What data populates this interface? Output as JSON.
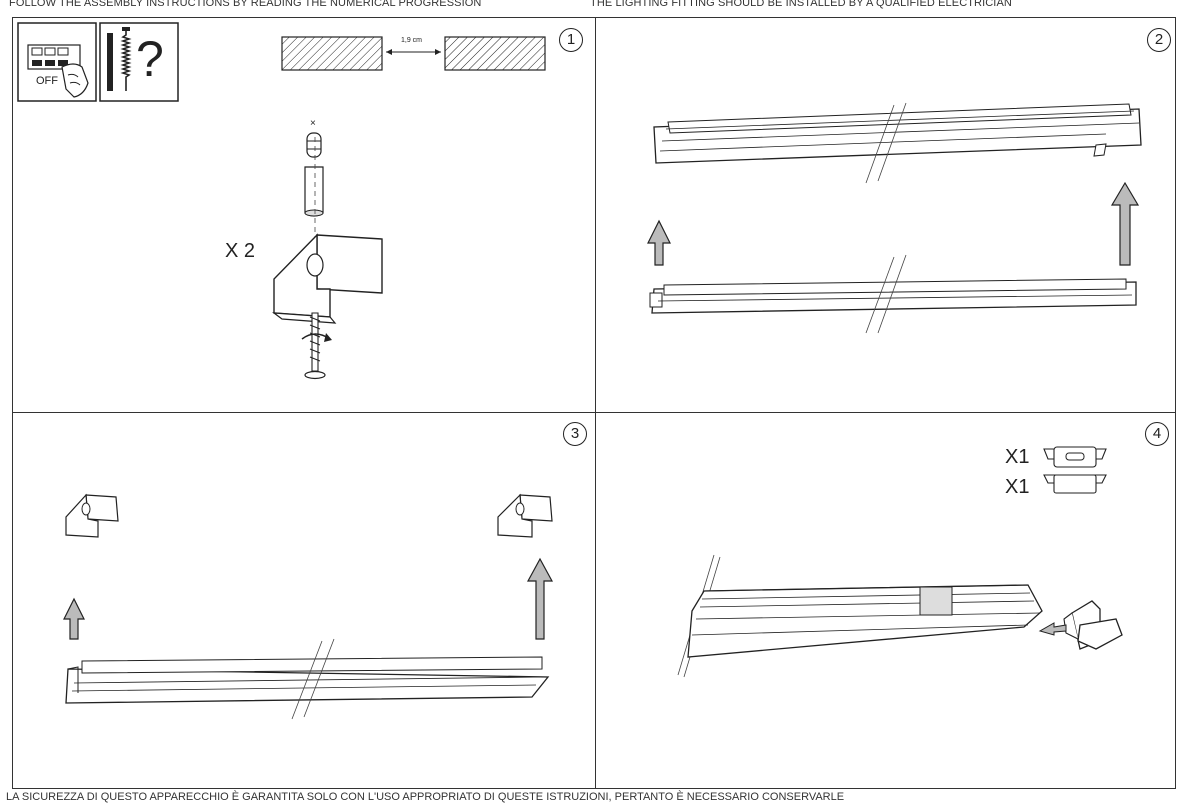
{
  "header": {
    "left_text": "FOLLOW THE ASSEMBLY INSTRUCTIONS BY READING THE NUMERICAL PROGRESSION",
    "right_text": "THE LIGHTING FITTING SHOULD BE INSTALLED BY A QUALIFIED ELECTRICIAN"
  },
  "footer": {
    "text": "LA SICUREZZA DI QUESTO APPARECCHIO È GARANTITA SOLO CON L'USO APPROPRIATO DI QUESTE ISTRUZIONI, PERTANTO È NECESSARIO CONSERVARLE"
  },
  "steps": [
    {
      "number": "1",
      "off_label": "OFF",
      "question_mark": "?",
      "distance_label": "1,9 cm",
      "quantity_label": "X 2",
      "cross_mark": "×"
    },
    {
      "number": "2"
    },
    {
      "number": "3"
    },
    {
      "number": "4",
      "endcap_open_qty": "X1",
      "endcap_closed_qty": "X1"
    }
  ]
}
